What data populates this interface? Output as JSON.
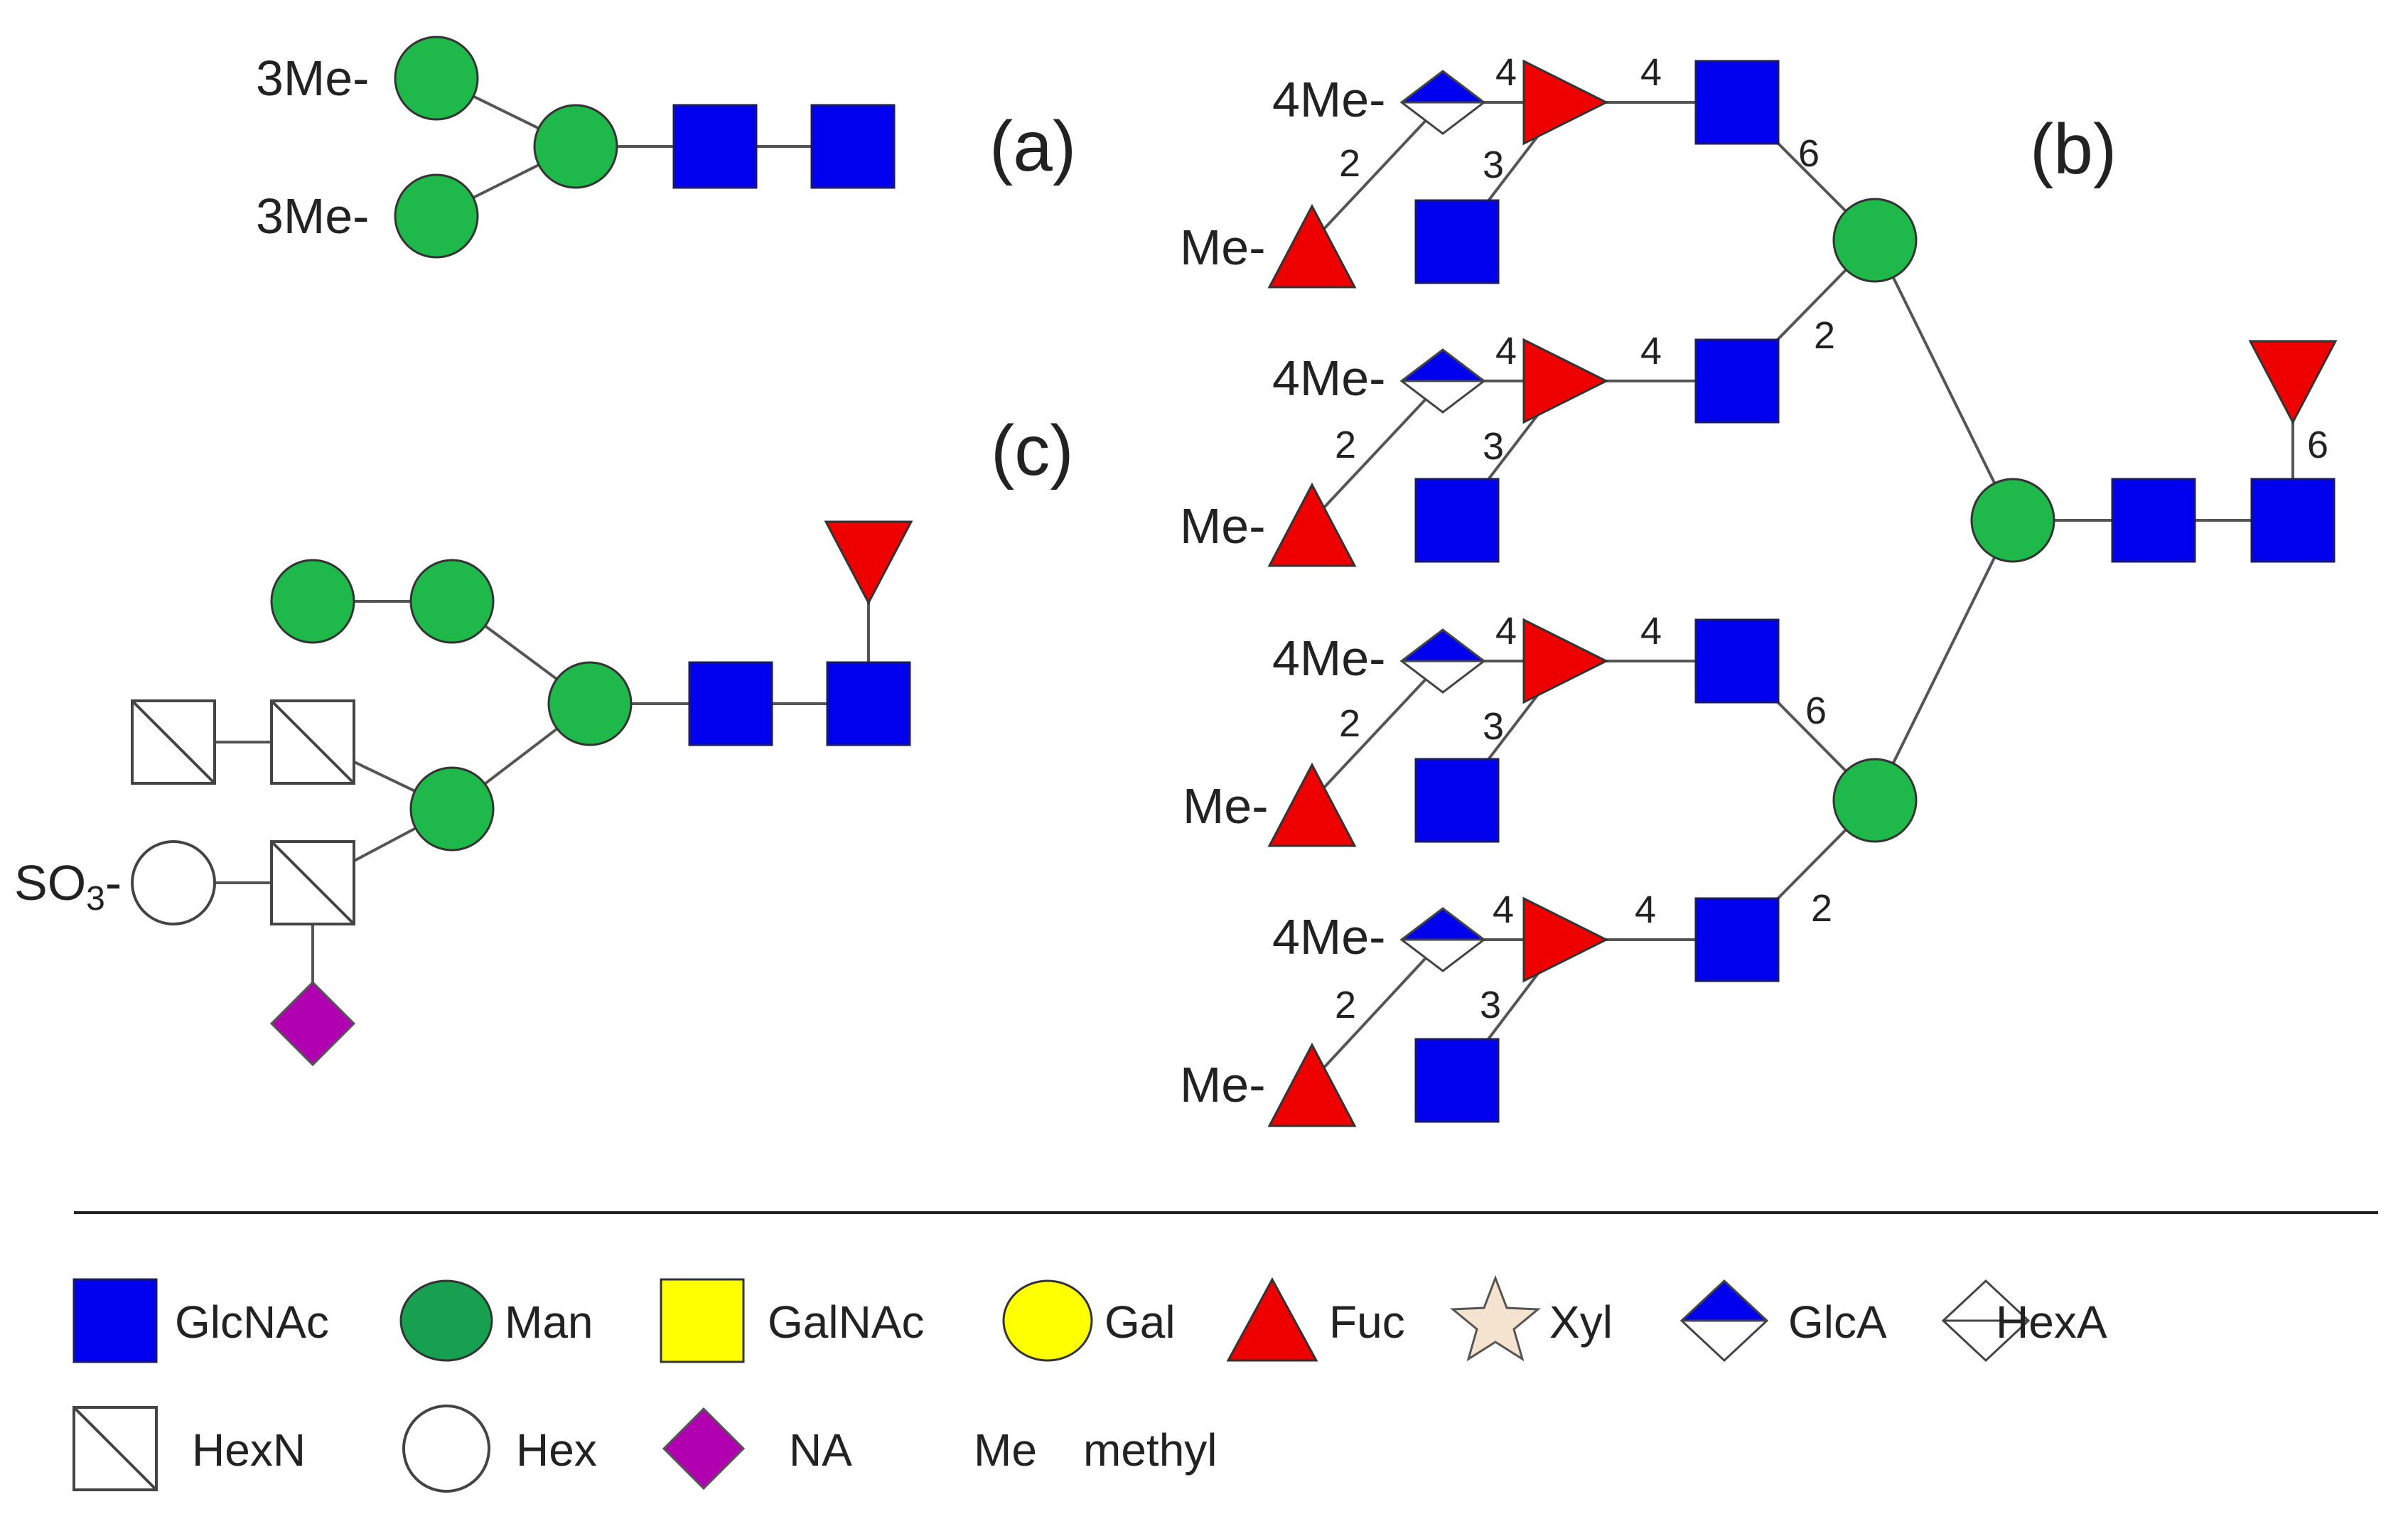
{
  "panels": {
    "a": "(a)",
    "b": "(b)",
    "c": "(c)"
  },
  "substituents": {
    "me3": "3Me-",
    "me4": "4Me-",
    "me": "Me-",
    "so3_prefix": "SO",
    "so3_sub": "3",
    "so3_suffix": "-"
  },
  "linkages": {
    "l2": "2",
    "l3": "3",
    "l4": "4",
    "l6": "6"
  },
  "legend": {
    "glcnac": "GlcNAc",
    "man": "Man",
    "galnac": "GalNAc",
    "gal": "Gal",
    "fuc": "Fuc",
    "xyl": "Xyl",
    "glca": "GlcA",
    "hexa": "HexA",
    "hexn": "HexN",
    "hex": "Hex",
    "na": "NA",
    "me_abbrev": "Me",
    "me_full": "methyl"
  },
  "colors": {
    "glcnac": "#0000ee",
    "man": "#1fb84a",
    "man_legend": "#16a050",
    "galnac": "#ffff00",
    "gal": "#ffff00",
    "fuc": "#ee0000",
    "xyl": "#f3e3cf",
    "glca": "#0000ee",
    "na": "#b000b0",
    "line": "#555555"
  }
}
